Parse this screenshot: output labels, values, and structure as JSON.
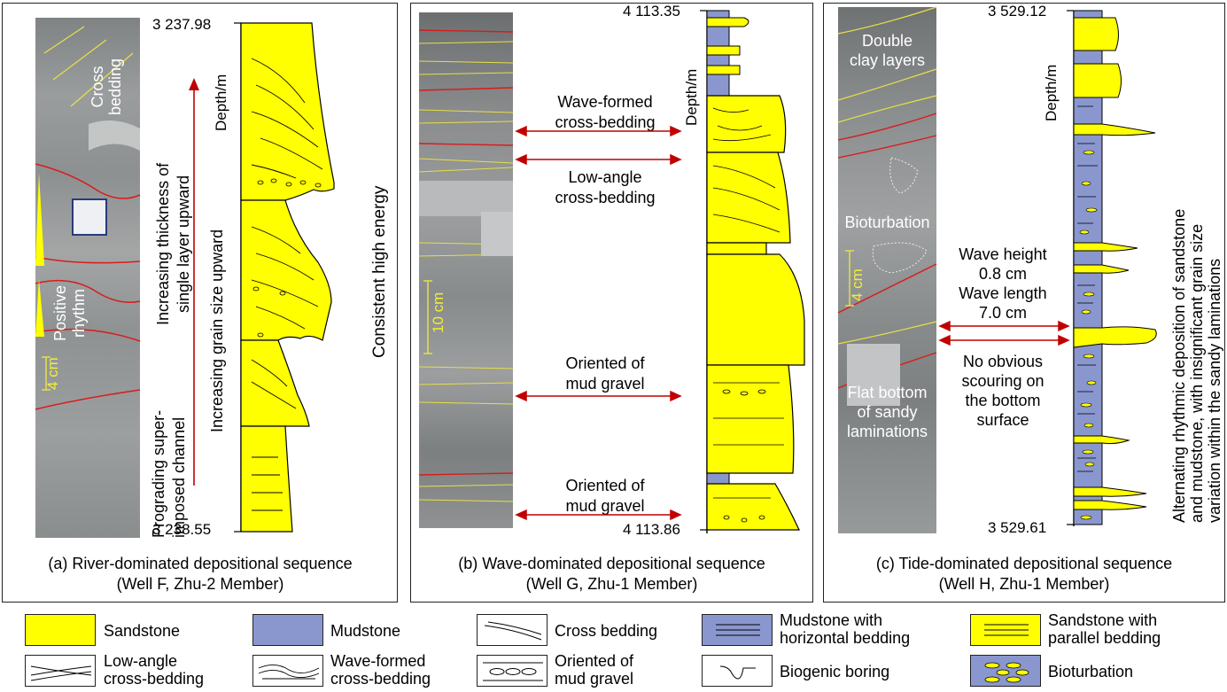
{
  "colors": {
    "sandstone": "#ffff00",
    "mudstone": "#8a97cf",
    "arrow": "#c00000",
    "core": "#8c8f90"
  },
  "panel_a": {
    "depth_top": "3 237.98",
    "depth_bottom": "3 238.55",
    "depth_label": "Depth/m",
    "core_labels": {
      "cross": "Cross\nbedding",
      "positive": "Positive\nrhythm",
      "scale": "4 cm"
    },
    "annot_thickness": "Increasing thickness of\nsingle layer upward",
    "annot_grain": "Increasing grain size upward",
    "annot_channel": "Prograding super-\nimposed channel",
    "annot_energy": "Consistent high energy",
    "caption_line1": "(a) River-dominated depositional sequence",
    "caption_line2": "(Well F, Zhu-2 Member)"
  },
  "panel_b": {
    "depth_top": "4 113.35",
    "depth_bottom": "4 113.86",
    "depth_label": "Depth/m",
    "scale": "10 cm",
    "label_wave": "Wave-formed\ncross-bedding",
    "label_low": "Low-angle\ncross-bedding",
    "label_mud1": "Oriented of\nmud gravel",
    "label_mud2": "Oriented of\nmud gravel",
    "caption_line1": "(b) Wave-dominated depositional sequence",
    "caption_line2": "(Well G, Zhu-1 Member)"
  },
  "panel_c": {
    "depth_top": "3 529.12",
    "depth_bottom": "3 529.61",
    "depth_label": "Depth/m",
    "core_labels": {
      "double": "Double\nclay layers",
      "bio": "Bioturbation",
      "scale": "4 cm",
      "flat": "Flat bottom\nof sandy\nlaminations"
    },
    "label_wave": "Wave height\n0.8 cm\nWave length\n7.0 cm",
    "label_scour": "No obvious\nscouring on\nthe bottom\nsurface",
    "annot_right": "Alternating rhythmic deposition of sandstone\nand mudstone, with insignificant grain size\nvariation within the sandy laminations",
    "caption_line1": "(c) Tide-dominated depositional sequence",
    "caption_line2": "(Well H, Zhu-1 Member)"
  },
  "legend": [
    {
      "key": "sandstone",
      "label": "Sandstone"
    },
    {
      "key": "mudstone",
      "label": "Mudstone"
    },
    {
      "key": "cross-bedding",
      "label": "Cross bedding"
    },
    {
      "key": "mud-horizontal",
      "label": "Mudstone with\nhorizontal bedding"
    },
    {
      "key": "sand-parallel",
      "label": "Sandstone with\nparallel bedding"
    },
    {
      "key": "low-angle",
      "label": "Low-angle\ncross-bedding"
    },
    {
      "key": "wave-formed",
      "label": "Wave-formed\ncross-bedding"
    },
    {
      "key": "mud-gravel",
      "label": "Oriented of\nmud gravel"
    },
    {
      "key": "biogenic",
      "label": "Biogenic boring"
    },
    {
      "key": "bioturbation",
      "label": "Bioturbation"
    }
  ]
}
